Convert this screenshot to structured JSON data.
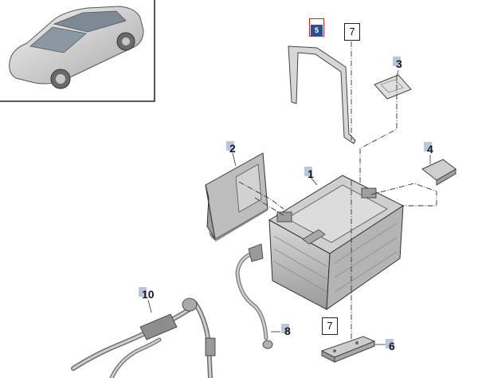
{
  "callouts": {
    "c1": "1",
    "c2": "2",
    "c3": "3",
    "c4": "4",
    "c5": "5",
    "c6": "6",
    "c7_top": "7",
    "c7_bottom": "7",
    "c8": "8",
    "c10": "10"
  },
  "colors": {
    "selection_border": "#e0141b",
    "selection_fill": "#2d4f8f",
    "callout_tab": "#b9c6dd"
  }
}
